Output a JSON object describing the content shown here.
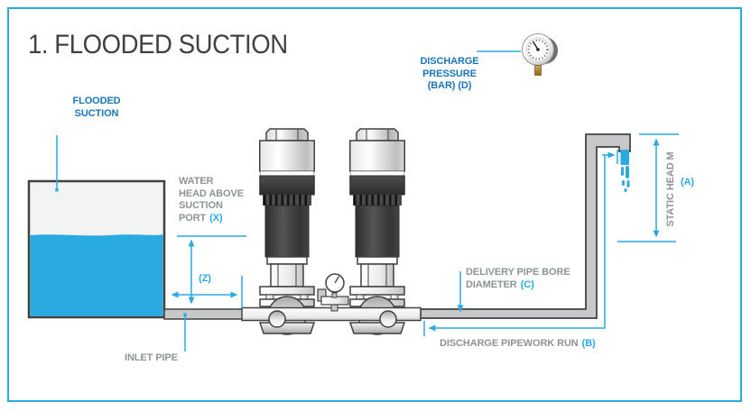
{
  "title": "1. FLOODED SUCTION",
  "labels": {
    "flooded_suction_1": "FLOODED",
    "flooded_suction_2": "SUCTION",
    "water_head_1": "WATER",
    "water_head_2": "HEAD ABOVE",
    "water_head_3": "SUCTION",
    "water_head_4": "PORT",
    "x_symbol": "(X)",
    "z_symbol": "(Z)",
    "inlet_pipe": "INLET PIPE",
    "discharge_pressure_1": "DISCHARGE",
    "discharge_pressure_2": "PRESSURE",
    "discharge_pressure_3": "(BAR) (D)",
    "delivery_1": "DELIVERY PIPE BORE",
    "delivery_2": "DIAMETER",
    "c_symbol": "(C)",
    "discharge_run": "DISCHARGE PIPEWORK RUN",
    "b_symbol": "(B)",
    "static_head": "STATIC HEAD M",
    "a_symbol": "(A)"
  },
  "colors": {
    "accent_cyan": "#29ABE2",
    "label_blue": "#1B75BC",
    "label_gray": "#8C9691",
    "outline_dark": "#414042",
    "pipe_gray": "#C7C8CA",
    "tank_empty": "#F2F3F3"
  }
}
